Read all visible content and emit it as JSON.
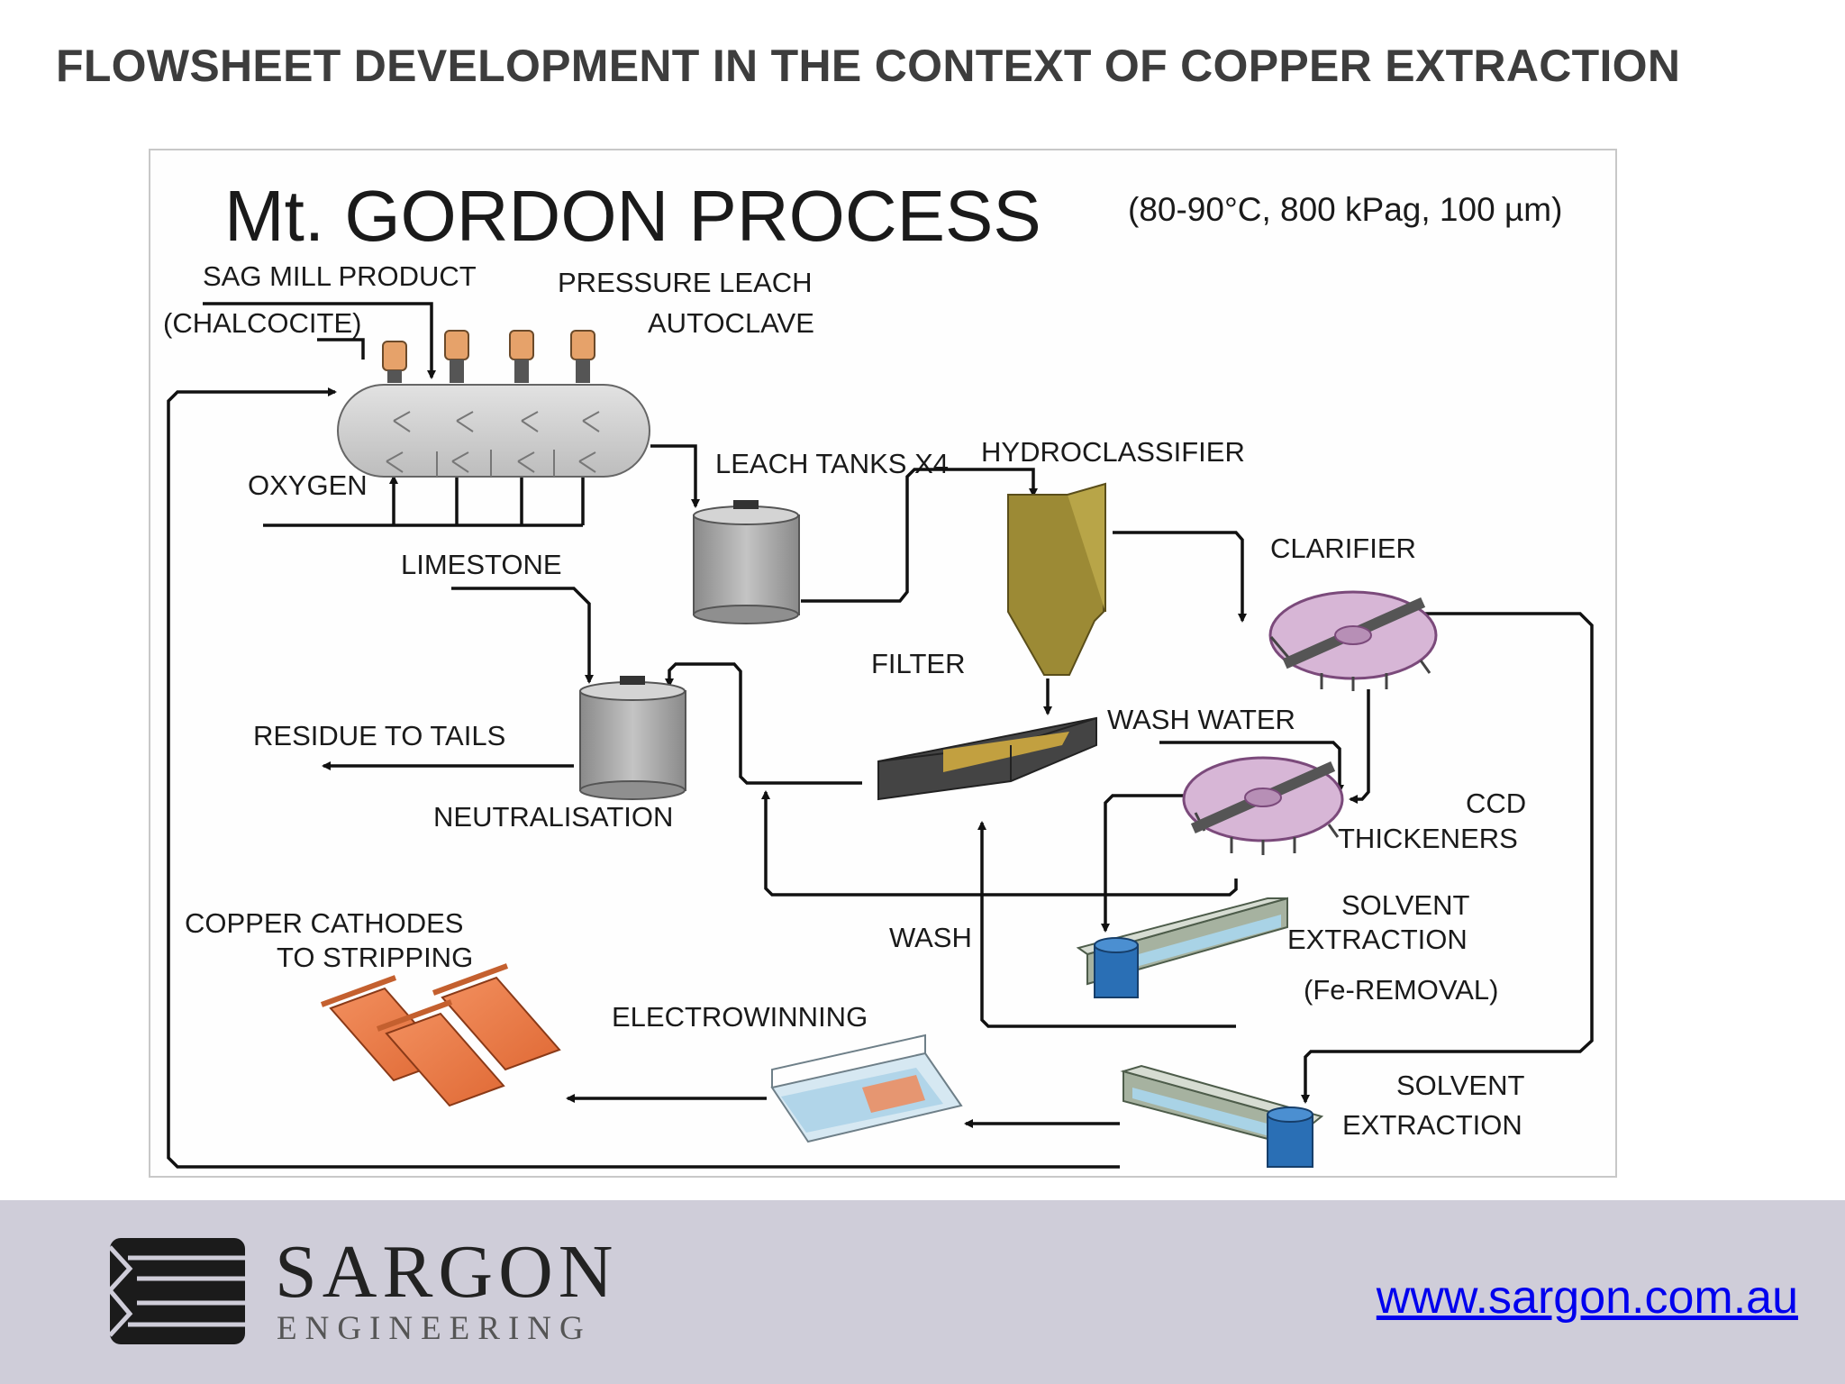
{
  "slide": {
    "title": "FLOWSHEET DEVELOPMENT IN THE CONTEXT OF COPPER EXTRACTION"
  },
  "diagram": {
    "title": "Mt. GORDON PROCESS",
    "conditions": "(80-90°C, 800 kPag, 100 µm)",
    "labels": {
      "sag_mill_product": "SAG MILL PRODUCT",
      "chalcocite": "(CHALCOCITE)",
      "pressure_leach": "PRESSURE LEACH",
      "autoclave": "AUTOCLAVE",
      "oxygen": "OXYGEN",
      "leach_tanks": "LEACH TANKS X4",
      "hydroclassifier": "HYDROCLASSIFIER",
      "clarifier": "CLARIFIER",
      "limestone": "LIMESTONE",
      "filter": "FILTER",
      "wash_water": "WASH WATER",
      "residue_to_tails": "RESIDUE TO TAILS",
      "neutralisation": "NEUTRALISATION",
      "ccd": "CCD",
      "thickeners": "THICKENERS",
      "copper_cathodes": "COPPER CATHODES",
      "to_stripping": "TO STRIPPING",
      "wash": "WASH",
      "solvent_1": "SOLVENT",
      "extraction_1": "EXTRACTION",
      "fe_removal": "(Fe-REMOVAL)",
      "electrowinning": "ELECTROWINNING",
      "solvent_2": "SOLVENT",
      "extraction_2": "EXTRACTION"
    }
  },
  "footer": {
    "logo_word": "SARGON",
    "logo_sub": "ENGINEERING",
    "website": "www.sargon.com.au",
    "colors": {
      "band": "#cfcdd9",
      "link": "#0000ee"
    }
  }
}
